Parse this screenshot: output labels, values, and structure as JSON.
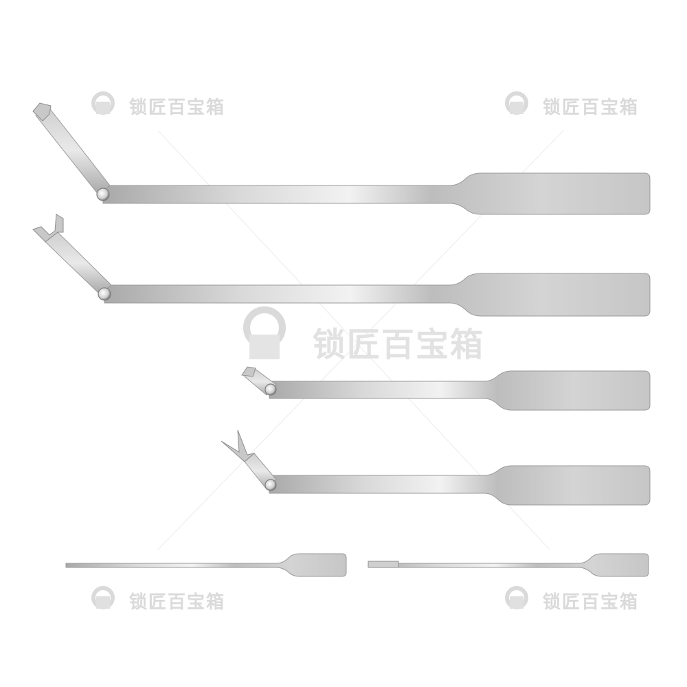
{
  "scene": {
    "description_tag": "product-photo",
    "background_color": "#ffffff",
    "metal_light": "#e6e6e6",
    "metal_mid": "#b5b5b5",
    "metal_dark": "#8e8e8e",
    "watermark_color": "#d6d6d6"
  },
  "watermark": {
    "text": "锁匠百宝箱"
  },
  "tools": [
    {
      "tip": "L-hook"
    },
    {
      "tip": "fork"
    },
    {
      "tip": "small-hook"
    },
    {
      "tip": "V-fork"
    },
    {
      "tip": "straight"
    },
    {
      "tip": "flat-tip"
    }
  ]
}
